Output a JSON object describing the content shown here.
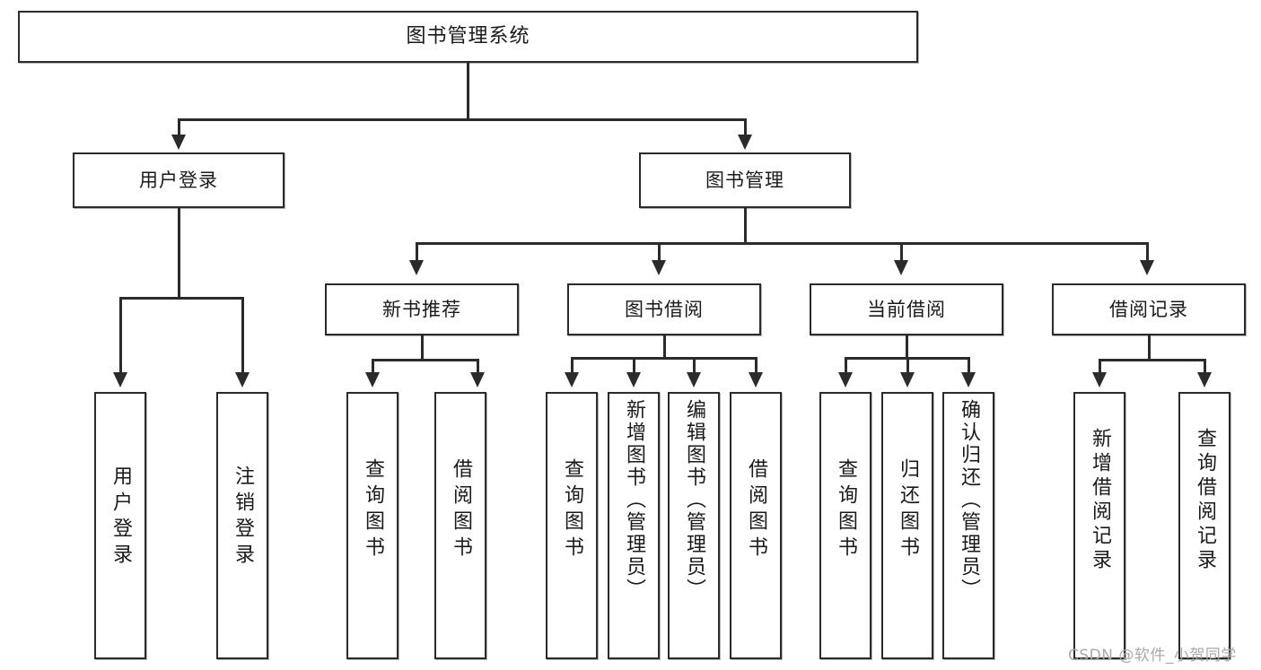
{
  "diagram": {
    "type": "tree-hierarchy",
    "title": "图书管理系统",
    "colors": {
      "stroke": "#2b2b2b",
      "fill": "#ffffff",
      "text": "#1a1a1a",
      "watermark": "#a9a9a9"
    },
    "root": {
      "label": "图书管理系统"
    },
    "level2": [
      {
        "label": "用户登录"
      },
      {
        "label": "图书管理"
      }
    ],
    "level3": [
      {
        "label": "新书推荐"
      },
      {
        "label": "图书借阅"
      },
      {
        "label": "当前借阅"
      },
      {
        "label": "借阅记录"
      }
    ],
    "leaves": {
      "user_login": [
        {
          "label": "用户登录"
        },
        {
          "label": "注销登录"
        }
      ],
      "new_book_recommend": [
        {
          "label": "查询图书"
        },
        {
          "label": "借阅图书"
        }
      ],
      "book_borrow": [
        {
          "label": "查询图书"
        },
        {
          "label": "新增图书（管理员）"
        },
        {
          "label": "编辑图书（管理员）"
        },
        {
          "label": "借阅图书"
        }
      ],
      "current_borrow": [
        {
          "label": "查询图书"
        },
        {
          "label": "归还图书"
        },
        {
          "label": "确认归还（管理员）"
        }
      ],
      "borrow_record": [
        {
          "label": "新增借阅记录"
        },
        {
          "label": "查询借阅记录"
        }
      ]
    },
    "watermark": "CSDN @软件_小贺同学"
  }
}
